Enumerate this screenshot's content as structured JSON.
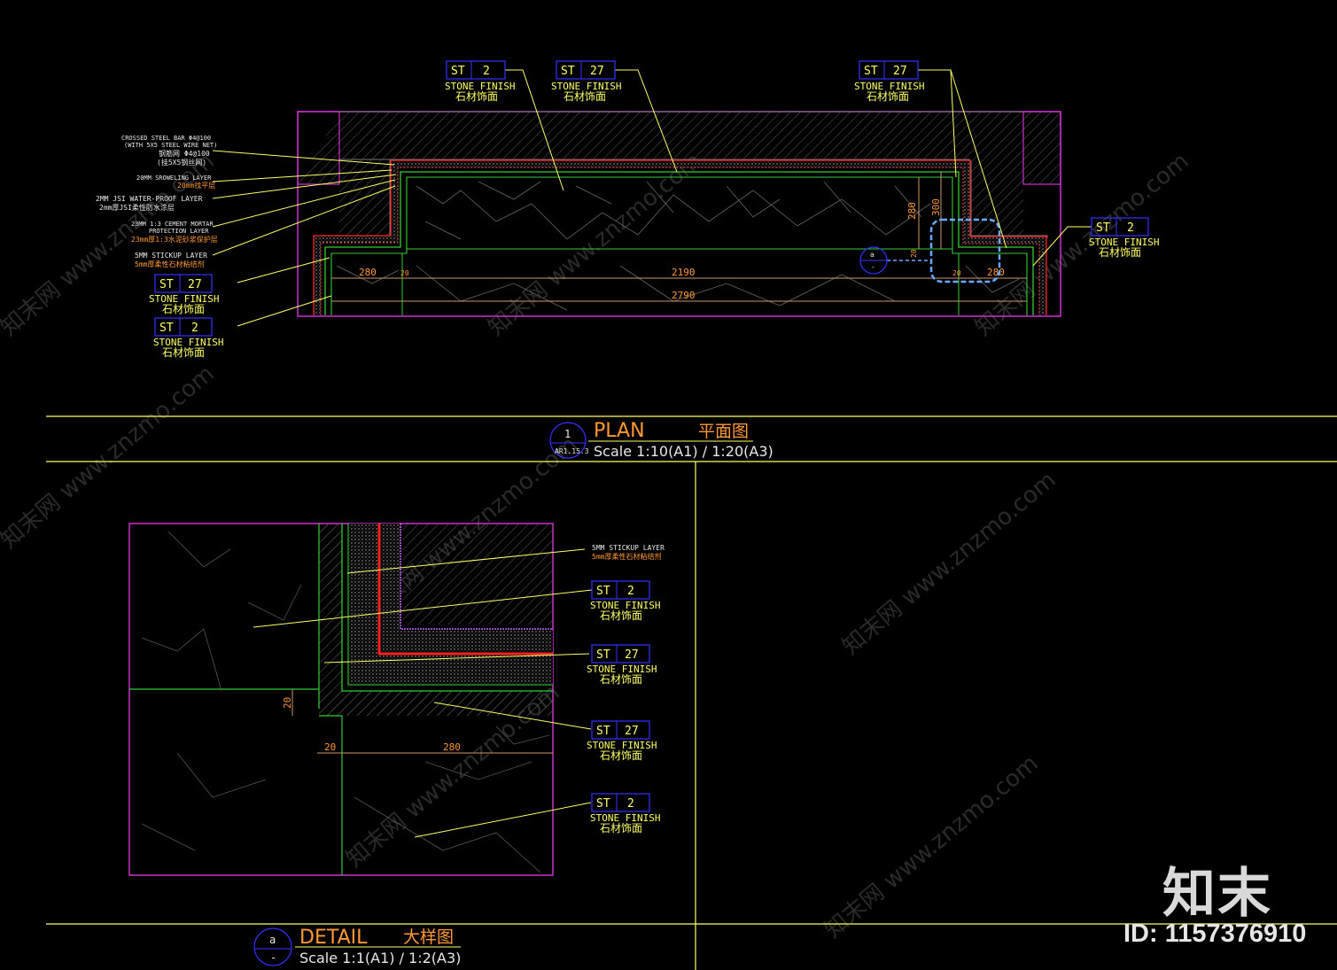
{
  "plan": {
    "tags": [
      {
        "code": "ST",
        "num": "2",
        "line1": "STONE FINISH",
        "line2": "石材饰面"
      },
      {
        "code": "ST",
        "num": "27",
        "line1": "STONE FINISH",
        "line2": "石材饰面"
      },
      {
        "code": "ST",
        "num": "27",
        "line1": "STONE FINISH",
        "line2": "石材饰面"
      },
      {
        "code": "ST",
        "num": "2",
        "line1": "STONE FINISH",
        "line2": "石材饰面"
      },
      {
        "code": "ST",
        "num": "27",
        "line1": "STONE FINISH",
        "line2": "石材饰面"
      },
      {
        "code": "ST",
        "num": "2",
        "line1": "STONE FINISH",
        "line2": "石材饰面"
      }
    ],
    "layers": [
      {
        "en": "CROSSED STEEL BAR Φ4@100",
        "en2": "(WITH 5X5 STEEL WIRE NET)",
        "cn": "钢筋网 Φ4@100",
        "cn2": "(挂5X5钢丝网)"
      },
      {
        "en": "20MM SROWELING LAYER",
        "cn": "20mm找平层"
      },
      {
        "en": "2MM JSI WATER-PROOF LAYER",
        "cn": "2mm厚JSI柔性防水涂层"
      },
      {
        "en": "23MM 1:3 CEMENT MORTAR",
        "en2": "PROTECTION LAYER",
        "cn": "23mm厚1:3水泥砂浆保护层"
      },
      {
        "en": "5MM STICKUP LAYER",
        "cn": "5mm厚柔性石材粘结剂"
      }
    ],
    "dims": {
      "d280a": "280",
      "d20a": "20",
      "d2190": "2190",
      "d20b": "20",
      "d280b": "280",
      "d2790": "2790",
      "v280": "280",
      "v300": "300",
      "v20": "20"
    },
    "callout": {
      "top": "a",
      "bottom": "-"
    },
    "title": {
      "num": "1",
      "ref": "AR1.15.3",
      "name": "PLAN",
      "cn": "平面图",
      "scale": "Scale 1:10(A1) / 1:20(A3)"
    }
  },
  "detail": {
    "layer": {
      "en": "5MM STICKUP LAYER",
      "cn": "5mm厚柔性石材粘结剂"
    },
    "tags": [
      {
        "code": "ST",
        "num": "2",
        "line1": "STONE FINISH",
        "line2": "石材饰面"
      },
      {
        "code": "ST",
        "num": "27",
        "line1": "STONE FINISH",
        "line2": "石材饰面"
      },
      {
        "code": "ST",
        "num": "27",
        "line1": "STONE FINISH",
        "line2": "石材饰面"
      },
      {
        "code": "ST",
        "num": "2",
        "line1": "STONE FINISH",
        "line2": "石材饰面"
      }
    ],
    "dims": {
      "v20": "20",
      "h20": "20",
      "h280": "280"
    },
    "title": {
      "top": "a",
      "bottom": "-",
      "name": "DETAIL",
      "cn": "大样图",
      "scale": "Scale 1:1(A1) / 1:2(A3)"
    }
  },
  "watermark": {
    "text": "知末网 www.znzmo.com"
  },
  "brand": {
    "logo": "知末",
    "id": "ID: 1157376910"
  },
  "colors": {
    "yellow": "#ffff66",
    "magenta": "#cc33cc",
    "green": "#33cc33",
    "red": "#ff2222",
    "orange": "#ff9933",
    "blue": "#3333ff"
  }
}
